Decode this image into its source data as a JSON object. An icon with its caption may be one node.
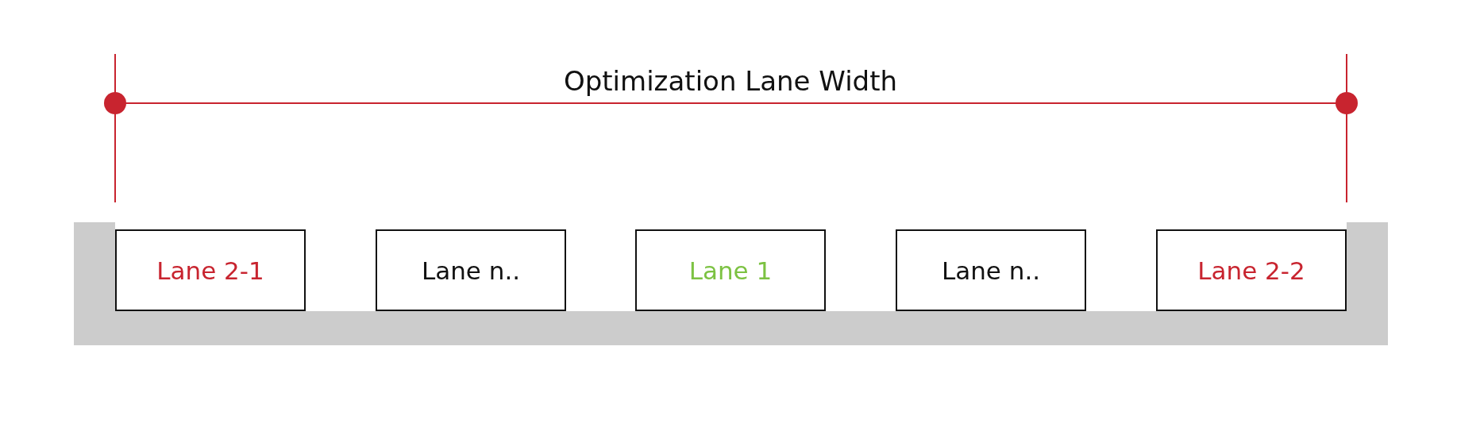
{
  "diagram": {
    "nodes": [
      {
        "text": [
          "Lane 2-1"
        ]
      },
      {
        "text": [
          "Lane n.."
        ]
      },
      {
        "text": [
          "Lane 1"
        ]
      },
      {
        "text": [
          "Lane n.."
        ]
      },
      {
        "text": [
          "Lane 2-2"
        ]
      }
    ],
    "edges": [],
    "labels": [
      "Optimization Lane Width"
    ]
  }
}
